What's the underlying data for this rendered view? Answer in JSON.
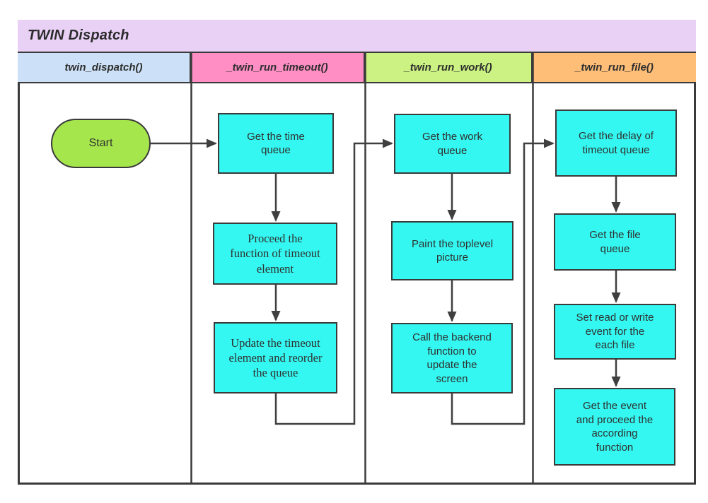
{
  "title": "TWIN Dispatch",
  "colors": {
    "title_bg": "#E9D1F6",
    "process_bg": "#33F7F0",
    "start_bg": "#A6E64D",
    "border": "#3A3A3A",
    "text": "#333333"
  },
  "lanes": [
    {
      "label": "twin_dispatch()",
      "bg": "#CCE0F7"
    },
    {
      "label": "_twin_run_timeout()",
      "bg": "#FF8EC4"
    },
    {
      "label": "_twin_run_work()",
      "bg": "#CBF282"
    },
    {
      "label": "_twin_run_file()",
      "bg": "#FFBE77"
    }
  ],
  "nodes": [
    {
      "id": "start",
      "type": "start",
      "lane": "twin_dispatch()",
      "label": "Start",
      "bg": "#A6E64D"
    },
    {
      "id": "get-time-queue",
      "type": "process",
      "lane": "_twin_run_timeout()",
      "label": "Get the time\nqueue",
      "bg": "#33F7F0"
    },
    {
      "id": "proceed-function",
      "type": "process",
      "lane": "_twin_run_timeout()",
      "label": "Proceed the\nfunction of  timeout\nelement",
      "bg": "#33F7F0"
    },
    {
      "id": "update-timeout",
      "type": "process",
      "lane": "_twin_run_timeout()",
      "label": "Update the timeout\nelement and reorder\nthe queue",
      "bg": "#33F7F0"
    },
    {
      "id": "get-work-queue",
      "type": "process",
      "lane": "_twin_run_work()",
      "label": "Get the work\nqueue",
      "bg": "#33F7F0"
    },
    {
      "id": "paint-toplevel",
      "type": "process",
      "lane": "_twin_run_work()",
      "label": "Paint the toplevel\npicture",
      "bg": "#33F7F0"
    },
    {
      "id": "call-backend",
      "type": "process",
      "lane": "_twin_run_work()",
      "label": "Call the backend\nfunction to\nupdate the\nscreen",
      "bg": "#33F7F0"
    },
    {
      "id": "get-delay",
      "type": "process",
      "lane": "_twin_run_file()",
      "label": "Get the delay of\ntimeout queue",
      "bg": "#33F7F0"
    },
    {
      "id": "get-file-queue",
      "type": "process",
      "lane": "_twin_run_file()",
      "label": "Get the file\nqueue",
      "bg": "#33F7F0"
    },
    {
      "id": "set-read-write",
      "type": "process",
      "lane": "_twin_run_file()",
      "label": "Set read or write\nevent for the\neach file",
      "bg": "#33F7F0"
    },
    {
      "id": "get-event",
      "type": "process",
      "lane": "_twin_run_file()",
      "label": "Get the event\nand proceed the\naccording\nfunction",
      "bg": "#33F7F0"
    }
  ],
  "edges": [
    {
      "from": "start",
      "to": "get-time-queue"
    },
    {
      "from": "get-time-queue",
      "to": "proceed-function"
    },
    {
      "from": "proceed-function",
      "to": "update-timeout"
    },
    {
      "from": "update-timeout",
      "to": "get-work-queue"
    },
    {
      "from": "get-work-queue",
      "to": "paint-toplevel"
    },
    {
      "from": "paint-toplevel",
      "to": "call-backend"
    },
    {
      "from": "call-backend",
      "to": "get-delay"
    },
    {
      "from": "get-delay",
      "to": "get-file-queue"
    },
    {
      "from": "get-file-queue",
      "to": "set-read-write"
    },
    {
      "from": "set-read-write",
      "to": "get-event"
    }
  ]
}
